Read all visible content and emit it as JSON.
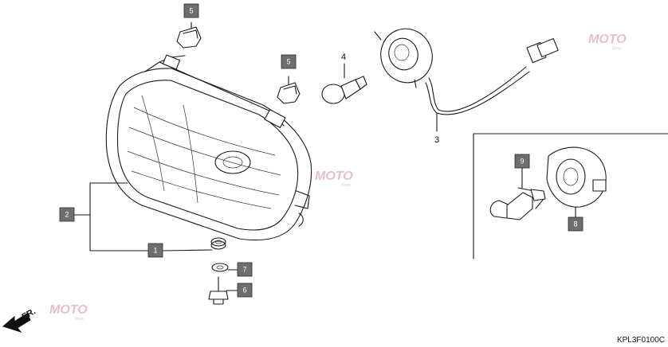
{
  "diagram": {
    "callouts": [
      {
        "id": "c5a",
        "label": "5"
      },
      {
        "id": "c5b",
        "label": "5"
      },
      {
        "id": "c2",
        "label": "2"
      },
      {
        "id": "c1",
        "label": "1"
      },
      {
        "id": "c7",
        "label": "7"
      },
      {
        "id": "c6",
        "label": "6"
      },
      {
        "id": "c9",
        "label": "9"
      },
      {
        "id": "c8",
        "label": "8"
      }
    ],
    "plain_labels": [
      {
        "id": "l4",
        "label": "4"
      },
      {
        "id": "l3",
        "label": "3"
      }
    ],
    "direction_label": "FR.",
    "diagram_code": "KPL3F0100C",
    "watermark": {
      "text": "MOTO",
      "sub": "Shop",
      "color": "#e7b9bd"
    }
  }
}
